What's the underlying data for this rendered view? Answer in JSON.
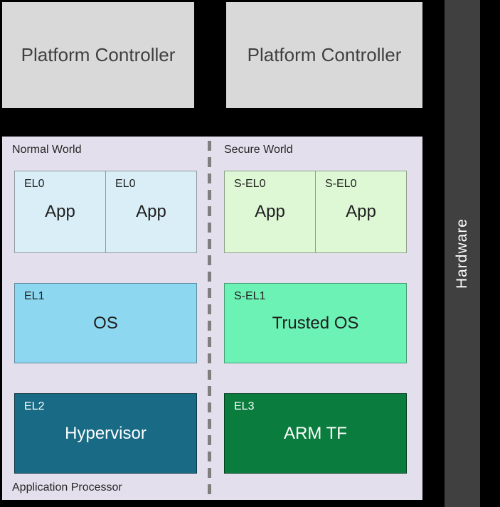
{
  "controllers": {
    "left": "Platform Controller",
    "right": "Platform Controller"
  },
  "hardware": {
    "label": "Hardware"
  },
  "panel": {
    "normal_world": "Normal World",
    "secure_world": "Secure World",
    "application_processor": "Application Processor"
  },
  "normal_world": {
    "el0_left": {
      "level": "EL0",
      "title": "App"
    },
    "el0_right": {
      "level": "EL0",
      "title": "App"
    },
    "el1": {
      "level": "EL1",
      "title": "OS"
    },
    "el2": {
      "level": "EL2",
      "title": "Hypervisor"
    }
  },
  "secure_world": {
    "sel0_left": {
      "level": "S-EL0",
      "title": "App"
    },
    "sel0_right": {
      "level": "S-EL0",
      "title": "App"
    },
    "sel1": {
      "level": "S-EL1",
      "title": "Trusted OS"
    },
    "el3": {
      "level": "EL3",
      "title": "ARM TF"
    }
  },
  "colors": {
    "background": "#000000",
    "controller_fill": "#d9d9d9",
    "hardware_fill": "#404040",
    "panel_fill": "#e4dfec",
    "el0_fill": "#d9eef6",
    "el1_fill": "#8ed7f0",
    "el2_fill": "#186a85",
    "sel0_fill": "#def8d5",
    "sel1_fill": "#6df2b6",
    "el3_fill": "#0a7d3e",
    "divider": "#7f7f7f"
  }
}
